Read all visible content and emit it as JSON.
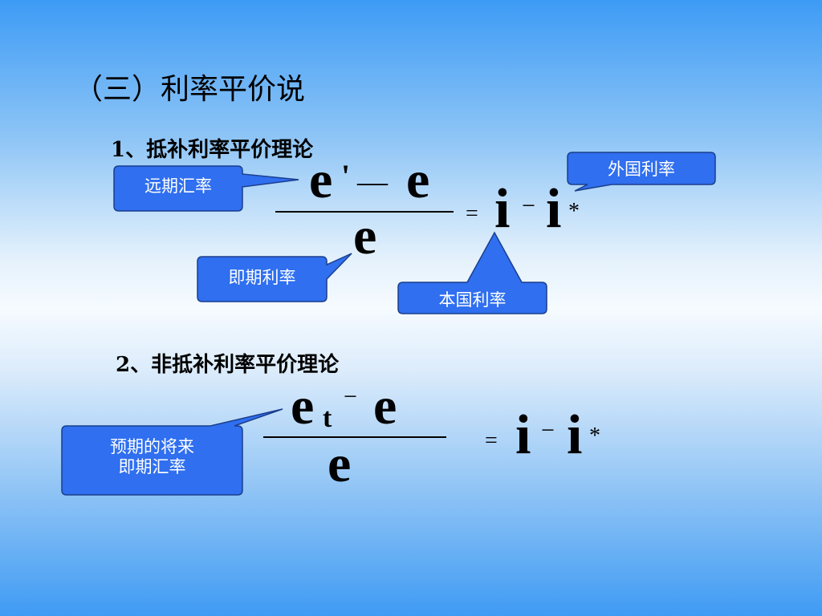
{
  "title": "（三）利率平价说",
  "section1": {
    "heading": "1、抵补利率平价理论",
    "callouts": {
      "forward_rate": "远期汇率",
      "spot_rate": "即期利率",
      "domestic_rate": "本国利率",
      "foreign_rate": "外国利率"
    },
    "formula": {
      "numerator_left": "e",
      "prime": "'",
      "minus": "—",
      "numerator_right": "e",
      "denominator": "e",
      "equals": "=",
      "rhs_i": "i",
      "rhs_minus": "−",
      "rhs_i_star": "i",
      "star": "*"
    }
  },
  "section2": {
    "heading": "2、非抵补利率平价理论",
    "callouts": {
      "expected_spot_line1": "预期的将来",
      "expected_spot_line2": "即期汇率"
    },
    "formula": {
      "numerator_left": "e",
      "subscript": "t",
      "minus": "−",
      "numerator_right": "e",
      "denominator": "e",
      "equals": "=",
      "rhs_i": "i",
      "rhs_minus": "−",
      "rhs_i_star": "i",
      "star": "*"
    }
  },
  "colors": {
    "callout_fill": "#2f6ff0",
    "callout_stroke": "#1b3f8c"
  }
}
